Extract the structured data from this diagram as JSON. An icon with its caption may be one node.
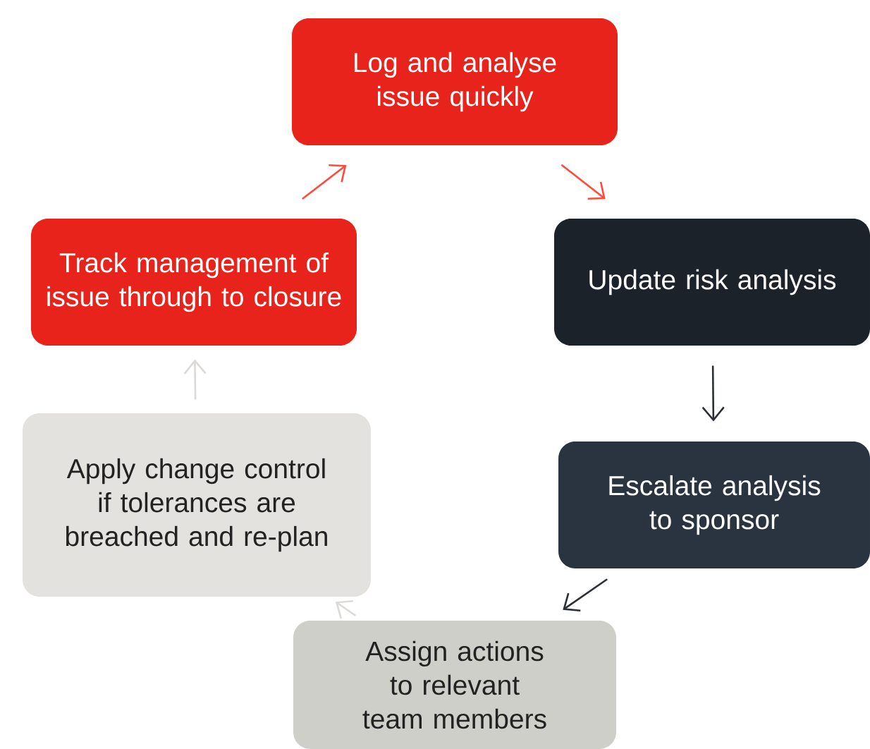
{
  "diagram": {
    "nodes": [
      {
        "text": [
          "Log and analyse issue quickly"
        ]
      },
      {
        "text": [
          "Update risk analysis"
        ]
      },
      {
        "text": [
          "Escalate analysis to sponsor"
        ]
      },
      {
        "text": [
          "Assign actions to relevant team members"
        ]
      },
      {
        "text": [
          "Apply change control if tolerances are breached and re-plan"
        ]
      },
      {
        "text": [
          "Track management of issue through to closure"
        ]
      }
    ],
    "edges": [
      {
        "from": 0,
        "to": 1,
        "arrow": "to",
        "color": "#ff4a3d"
      },
      {
        "from": 1,
        "to": 2,
        "arrow": "to",
        "color": "#2b2f36"
      },
      {
        "from": 2,
        "to": 3,
        "arrow": "to",
        "color": "#2b2f36"
      },
      {
        "from": 3,
        "to": 4,
        "arrow": "to",
        "color": "#dcdad6"
      },
      {
        "from": 4,
        "to": 5,
        "arrow": "to",
        "color": "#dcdad6"
      },
      {
        "from": 5,
        "to": 0,
        "arrow": "to",
        "color": "#ff4a3d"
      }
    ]
  }
}
